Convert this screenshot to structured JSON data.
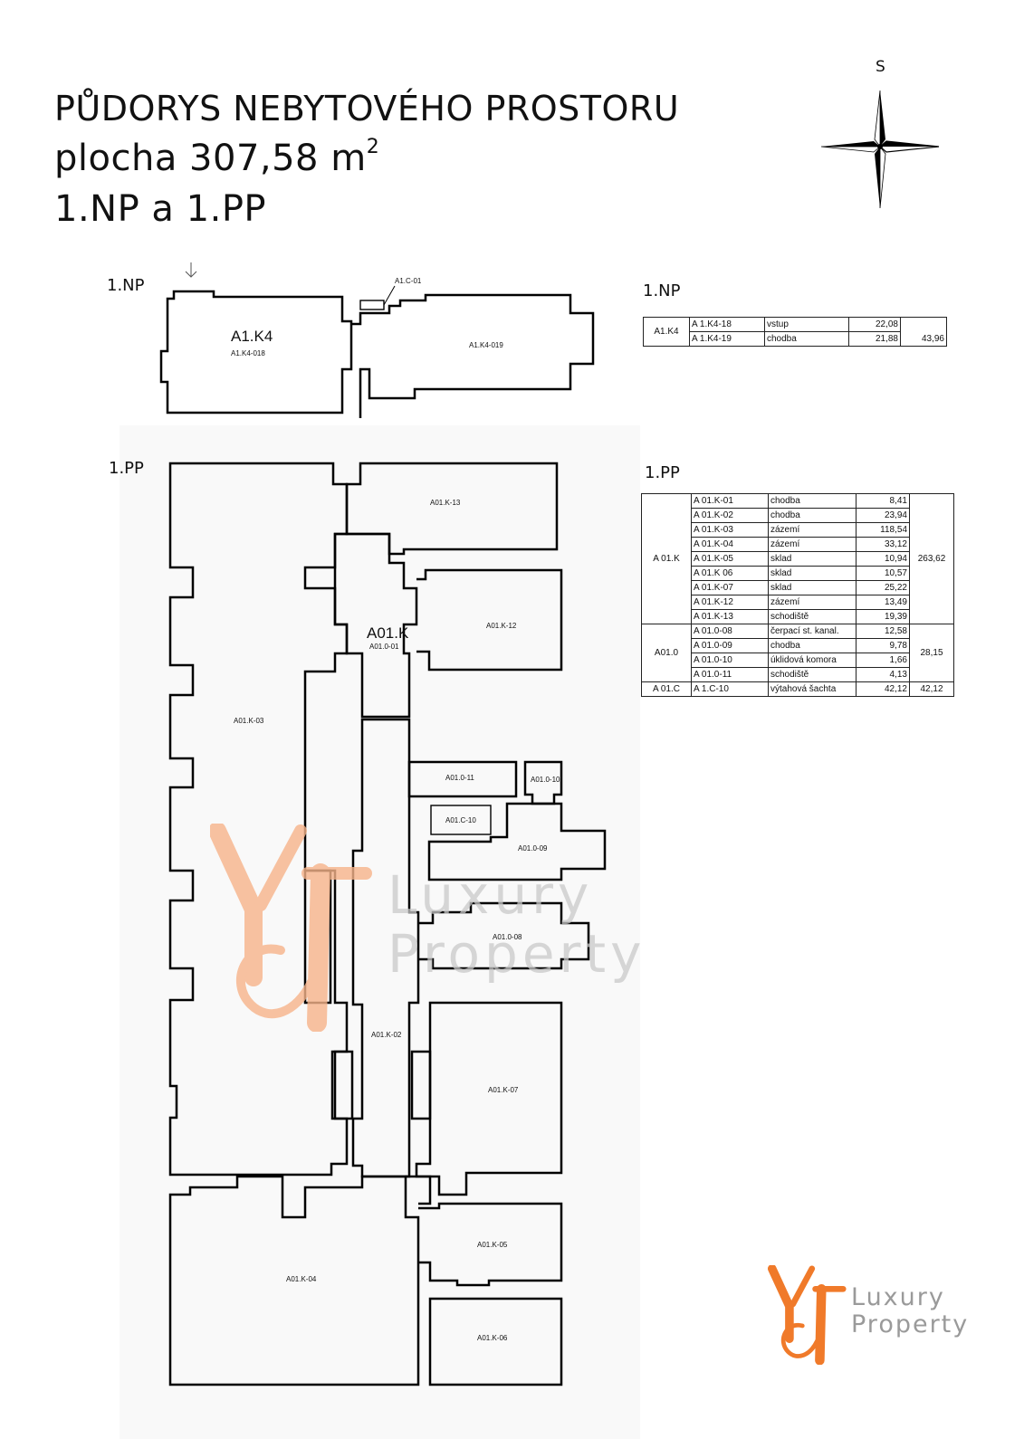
{
  "header": {
    "title": "PŮDORYS NEBYTOVÉHO PROSTORU",
    "area_prefix": "plocha 307,58 m",
    "area_sup": "2",
    "floors": "1.NP a 1.PP"
  },
  "compass": {
    "label": "S"
  },
  "plan": {
    "np_label": "1.NP",
    "pp_label": "1.PP",
    "np_rooms": {
      "a1k4": "A1.K4",
      "k4018": "A1.K4-018",
      "k4019": "A1.K4-019",
      "c01": "A1.C-01"
    },
    "pp_rooms": {
      "a01k": "A01.K",
      "a0101": "A01.0-01",
      "k13": "A01.K-13",
      "k12": "A01.K-12",
      "k03": "A01.K-03",
      "o11": "A01.0-11",
      "o10": "A01.0-10",
      "c10": "A01.C-10",
      "o09": "A01.0-09",
      "o08": "A01.0-08",
      "k02": "A01.K-02",
      "k07": "A01.K-07",
      "k04": "A01.K-04",
      "k05": "A01.K-05",
      "k06": "A01.K-06"
    }
  },
  "tables": {
    "np": {
      "label": "1.NP",
      "group": "A1.K4",
      "rows": [
        {
          "code": "A 1.K4-18",
          "name": "vstup",
          "area": "22,08"
        },
        {
          "code": "A 1.K4-19",
          "name": "chodba",
          "area": "21,88"
        }
      ],
      "total": "43,96"
    },
    "pp": {
      "label": "1.PP",
      "groups": [
        {
          "group": "A 01.K",
          "total": "263,62",
          "rows": [
            {
              "code": "A 01.K-01",
              "name": "chodba",
              "area": "8,41"
            },
            {
              "code": "A 01.K-02",
              "name": "chodba",
              "area": "23,94"
            },
            {
              "code": "A 01.K-03",
              "name": "zázemí",
              "area": "118,54"
            },
            {
              "code": "A 01.K-04",
              "name": "zázemí",
              "area": "33,12"
            },
            {
              "code": "A 01.K-05",
              "name": "sklad",
              "area": "10,94"
            },
            {
              "code": "A 01.K 06",
              "name": "sklad",
              "area": "10,57"
            },
            {
              "code": "A 01.K-07",
              "name": "sklad",
              "area": "25,22"
            },
            {
              "code": "A 01.K-12",
              "name": "zázemí",
              "area": "13,49"
            },
            {
              "code": "A 01.K-13",
              "name": "schodiště",
              "area": "19,39"
            }
          ]
        },
        {
          "group": "A01.0",
          "total": "28,15",
          "rows": [
            {
              "code": "A 01.0-08",
              "name": "čerpací st. kanal.",
              "area": "12,58"
            },
            {
              "code": "A 01.0-09",
              "name": "chodba",
              "area": "9,78"
            },
            {
              "code": "A 01.0-10",
              "name": "úklidová komora",
              "area": "1,66"
            },
            {
              "code": "A 01.0-11",
              "name": "schodiště",
              "area": "4,13"
            }
          ]
        },
        {
          "group": "A 01.C",
          "total": "42,12",
          "rows": [
            {
              "code": "A 1.C-10",
              "name": "výtahová šachta",
              "area": "42,12"
            }
          ]
        }
      ]
    }
  },
  "watermark": {
    "line1": "Luxury",
    "line2": "Property"
  },
  "logo": {
    "line1": "Luxury",
    "line2": "Property",
    "color": "#f07a2a",
    "watermark_color": "#f7b48a"
  }
}
